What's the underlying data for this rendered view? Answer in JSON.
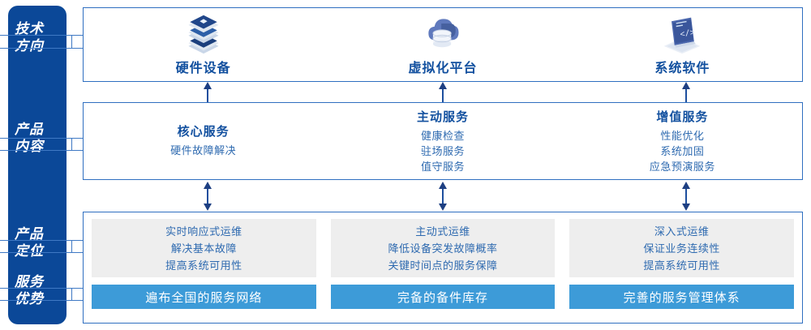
{
  "rail": {
    "items": [
      {
        "label": "技术\n方向",
        "name": "tech-direction"
      },
      {
        "label": "产品\n内容",
        "name": "product-content"
      },
      {
        "label": "产品\n定位",
        "name": "product-position"
      },
      {
        "label": "服务\n优势",
        "name": "service-advantage"
      }
    ]
  },
  "tech": {
    "columns": [
      {
        "icon": "server-stack-icon",
        "title": "硬件设备"
      },
      {
        "icon": "cloud-database-icon",
        "title": "虚拟化平台"
      },
      {
        "icon": "laptop-code-icon",
        "title": "系统软件"
      }
    ]
  },
  "content": {
    "columns": [
      {
        "title": "核心服务",
        "items": [
          "硬件故障解决"
        ]
      },
      {
        "title": "主动服务",
        "items": [
          "健康检查",
          "驻场服务",
          "值守服务"
        ]
      },
      {
        "title": "增值服务",
        "items": [
          "性能优化",
          "系统加固",
          "应急预演服务"
        ]
      }
    ]
  },
  "bottom": {
    "columns": [
      {
        "position_lines": [
          "实时响应式运维",
          "解决基本故障",
          "提高系统可用性"
        ],
        "advantage": "遍布全国的服务网络"
      },
      {
        "position_lines": [
          "主动式运维",
          "降低设备突发故障概率",
          "关键时间点的服务保障"
        ],
        "advantage": "完备的备件库存"
      },
      {
        "position_lines": [
          "深入式运维",
          "保证业务连续性",
          "提高系统可用性"
        ],
        "advantage": "完善的服务管理体系"
      }
    ]
  },
  "colors": {
    "rail_blue": "#0b4898",
    "panel_border": "#2f6fc0",
    "title_blue": "#12509f",
    "text_blue": "#2e6ab0",
    "bar_blue": "#3d9bd8",
    "gray_box": "#eeeeee",
    "connector": "#3f79c4"
  },
  "arrows": {
    "up_arrow_icon": "arrow-up-icon",
    "double_arrow_icon": "arrow-up-down-icon"
  }
}
